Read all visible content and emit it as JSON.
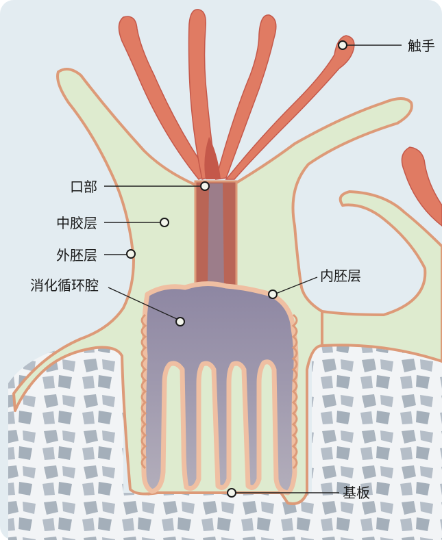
{
  "diagram": {
    "labels": {
      "tentacle": "触手",
      "mouth": "口部",
      "mesoglea": "中胶层",
      "ectoderm": "外胚层",
      "gastrovascular_cavity": "消化循环腔",
      "endoderm": "内胚层",
      "basal_plate": "基板"
    },
    "colors": {
      "background": "#ffffff",
      "frame": "#e3ecf1",
      "skeleton": "#f2f4f6",
      "skeleton_pores": "#aab4be",
      "body_mesoglea": "#deebcf",
      "body_outline": "#dd9a78",
      "tentacle_fill": "#e07b63",
      "tentacle_shade": "#c4584a",
      "cavity": "#a8a3b2",
      "cavity_dark": "#857d99",
      "cavity_lining": "#efbfa2"
    }
  }
}
